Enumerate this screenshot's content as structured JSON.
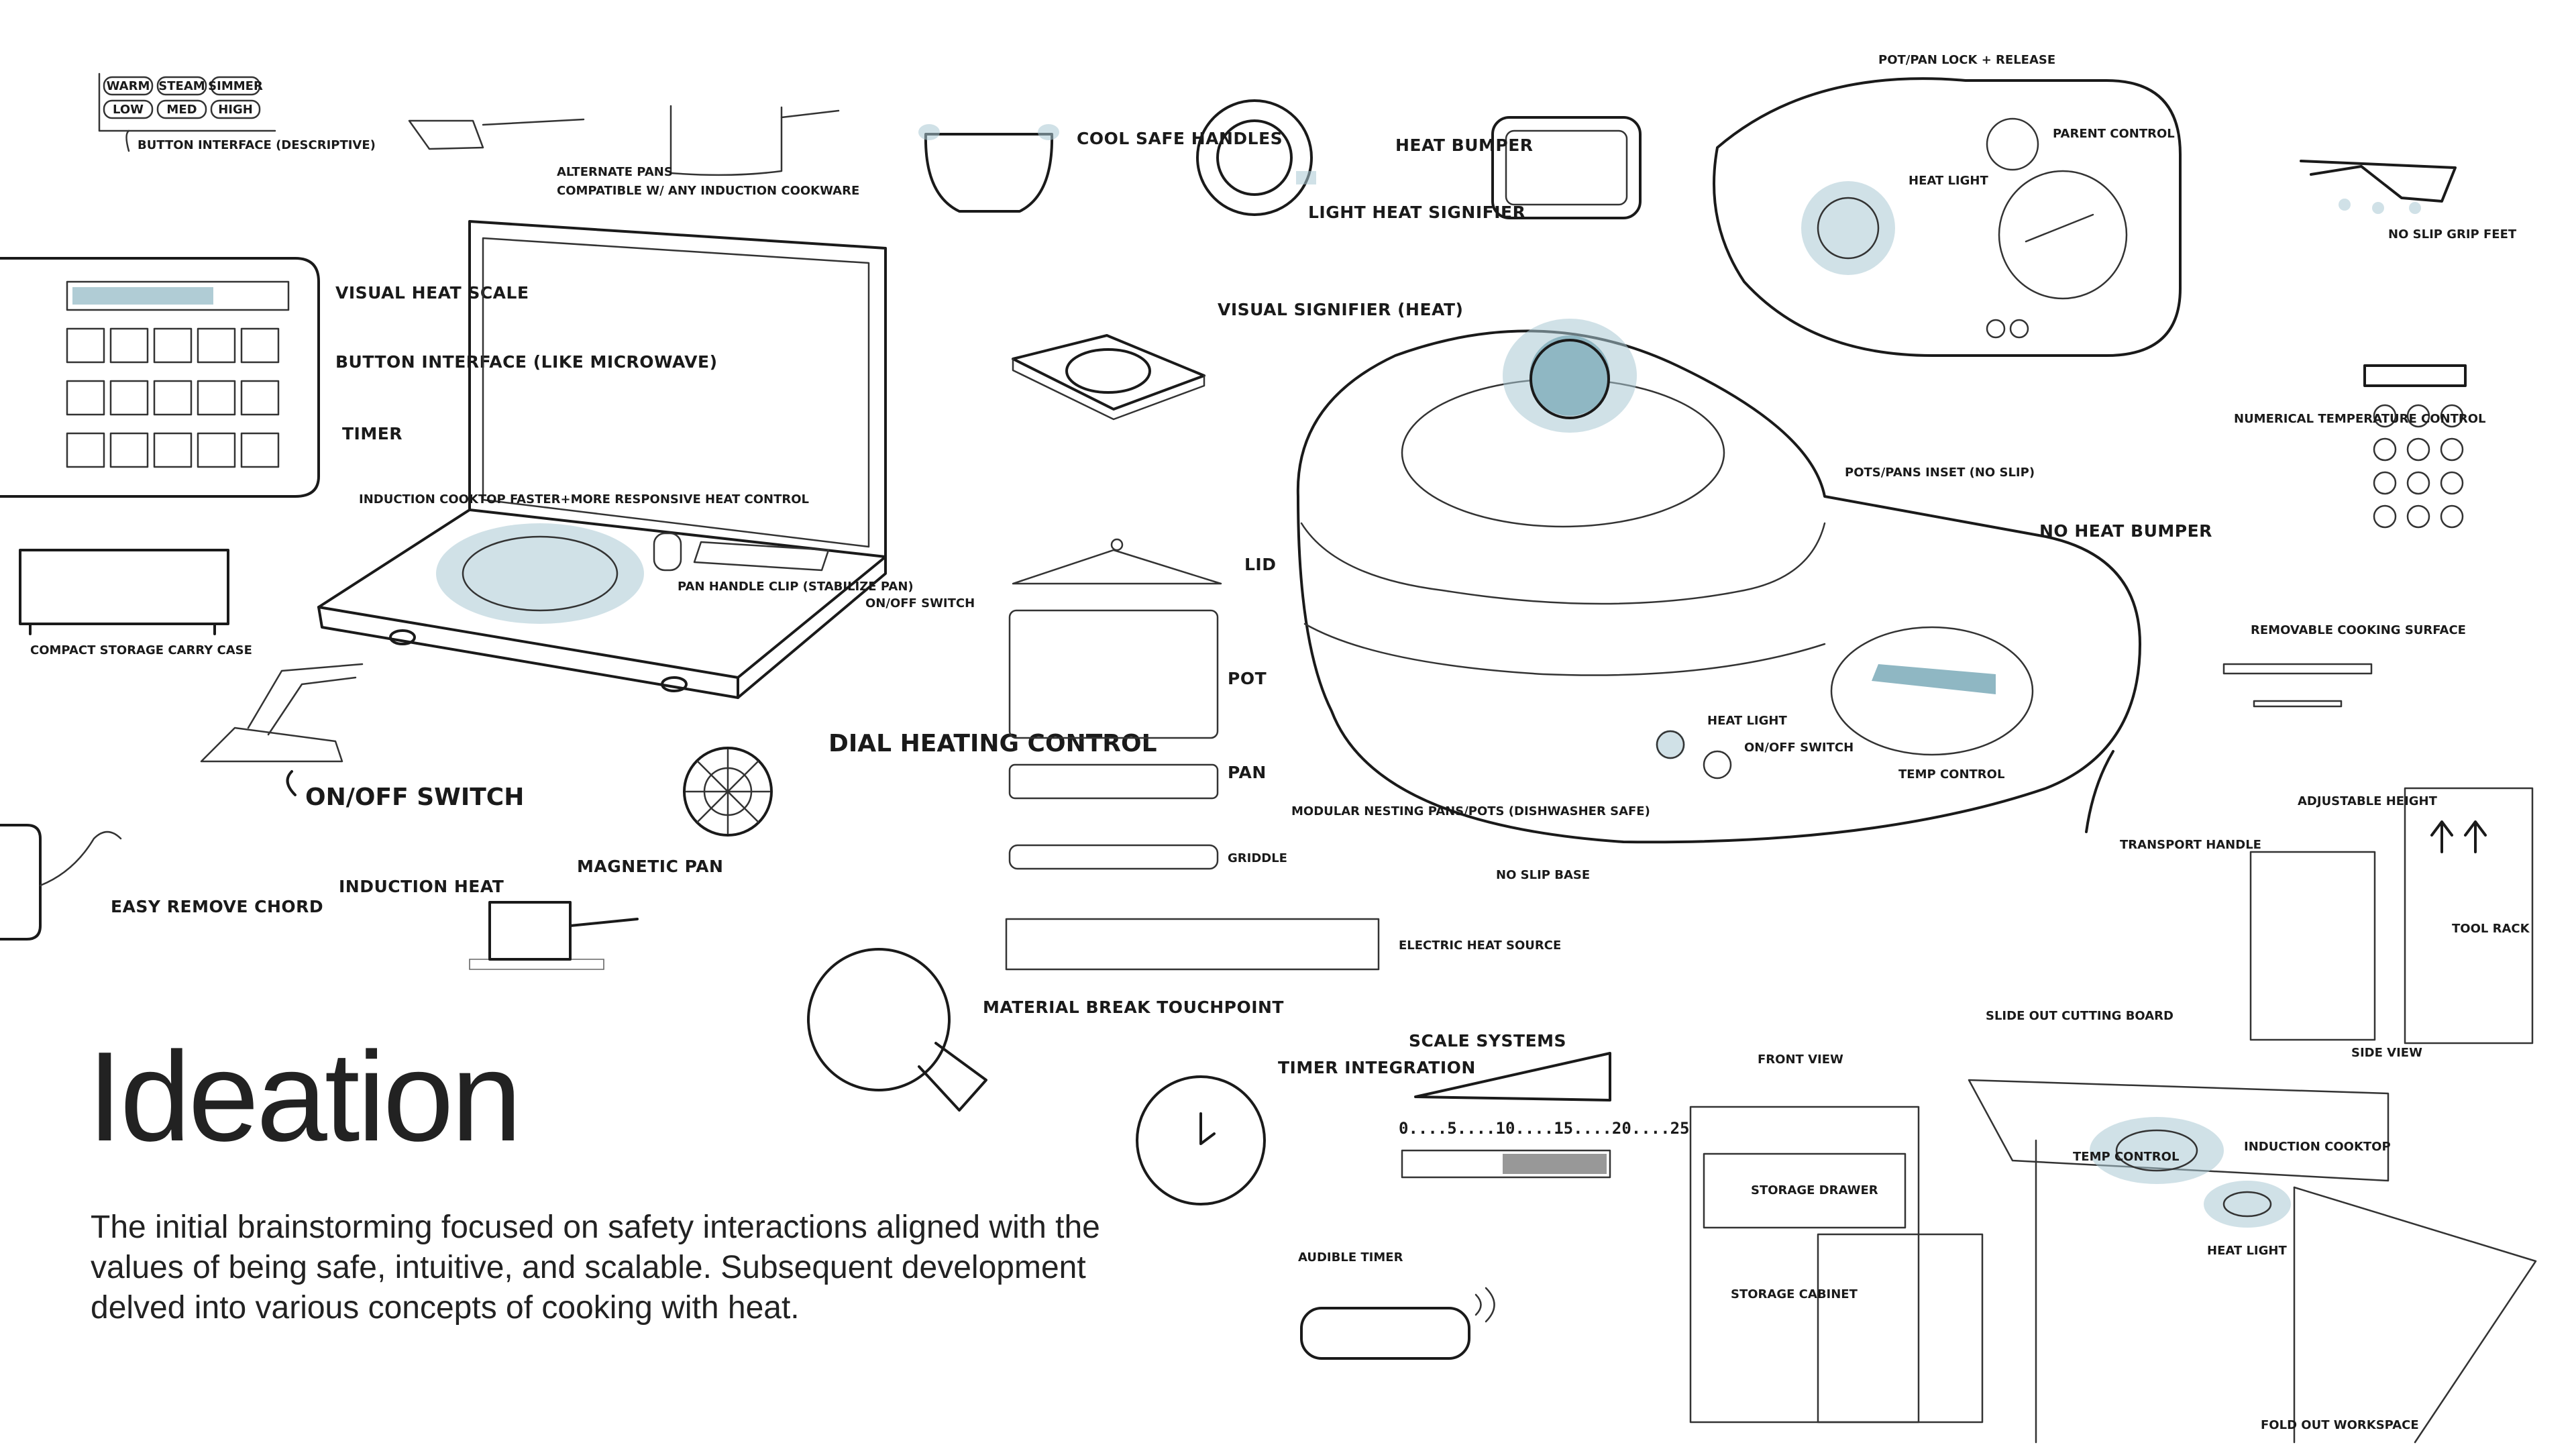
{
  "title": "Ideation",
  "description": "The initial brainstorming focused on safety interactions aligned with the values of being safe, intuitive, and scalable. Subsequent development delved into various concepts of cooking with heat.",
  "colors": {
    "ink": "#1a1a1a",
    "heat_glow": "#a9c9d3",
    "background": "#ffffff"
  },
  "button_pad": {
    "buttons": [
      "WARM",
      "STEAM",
      "SIMMER",
      "LOW",
      "MED",
      "HIGH"
    ],
    "label": "BUTTON INTERFACE (DESCRIPTIVE)"
  },
  "notes": {
    "alt_pans": "ALTERNATE PANS",
    "alt_pans_sub": "COMPATIBLE W/ ANY INDUCTION COOKWARE",
    "cool_handles": "COOL SAFE HANDLES",
    "light_heat": "LIGHT HEAT SIGNIFIER",
    "heat_bumper": "HEAT BUMPER",
    "visual_heat_scale": "VISUAL HEAT SCALE",
    "button_interface": "BUTTON INTERFACE (LIKE MICROWAVE)",
    "timer": "TIMER",
    "induction_cooktop": "INDUCTION COOKTOP FASTER+MORE RESPONSIVE HEAT CONTROL",
    "pan_clip": "PAN HANDLE CLIP (STABILIZE PAN)",
    "onoff_small": "ON/OFF SWITCH",
    "compact_storage": "COMPACT STORAGE CARRY CASE",
    "onoff_switch": "ON/OFF SWITCH",
    "dial_heating": "DIAL HEATING CONTROL",
    "easy_remove": "EASY REMOVE CHORD",
    "induction_heat": "INDUCTION HEAT",
    "magnetic_pan": "MAGNETIC PAN",
    "visual_signifier": "VISUAL SIGNIFIER (HEAT)",
    "lid": "LID",
    "pot": "POT",
    "pan": "PAN",
    "modular": "MODULAR NESTING PANS/POTS (DISHWASHER SAFE)",
    "griddle": "GRIDDLE",
    "electric_heat": "ELECTRIC HEAT SOURCE",
    "material_break": "MATERIAL BREAK TOUCHPOINT",
    "timer_integration": "TIMER INTEGRATION",
    "scale_systems": "SCALE SYSTEMS",
    "scale_numbers": "0....5....10....15....20....25",
    "audible_timer": "AUDIBLE TIMER",
    "pot_lock": "POT/PAN LOCK + RELEASE",
    "heat_light_top": "HEAT LIGHT",
    "parent_control": "PARENT CONTROL",
    "no_slip_feet": "NO SLIP GRIP FEET",
    "numerical_temp": "NUMERICAL TEMPERATURE CONTROL",
    "pots_inset": "POTS/PANS INSET (NO SLIP)",
    "no_heat_bumper": "NO HEAT BUMPER",
    "heat_light": "HEAT LIGHT",
    "onoff_main": "ON/OFF SWITCH",
    "temp_control": "TEMP CONTROL",
    "transport_handle": "TRANSPORT HANDLE",
    "no_slip_base": "NO SLIP BASE",
    "removable_surface": "REMOVABLE COOKING SURFACE",
    "adjustable_height": "ADJUSTABLE HEIGHT",
    "tool_rack": "TOOL RACK",
    "side_view": "SIDE VIEW",
    "front_view": "FRONT VIEW",
    "storage_drawer": "STORAGE DRAWER",
    "storage_cabinet": "STORAGE CABINET",
    "slide_out_board": "SLIDE OUT CUTTING BOARD",
    "temp_control_cart": "TEMP CONTROL",
    "induction_cooktop_cart": "INDUCTION COOKTOP",
    "heat_light_cart": "HEAT LIGHT",
    "fold_out": "FOLD OUT WORKSPACE"
  }
}
